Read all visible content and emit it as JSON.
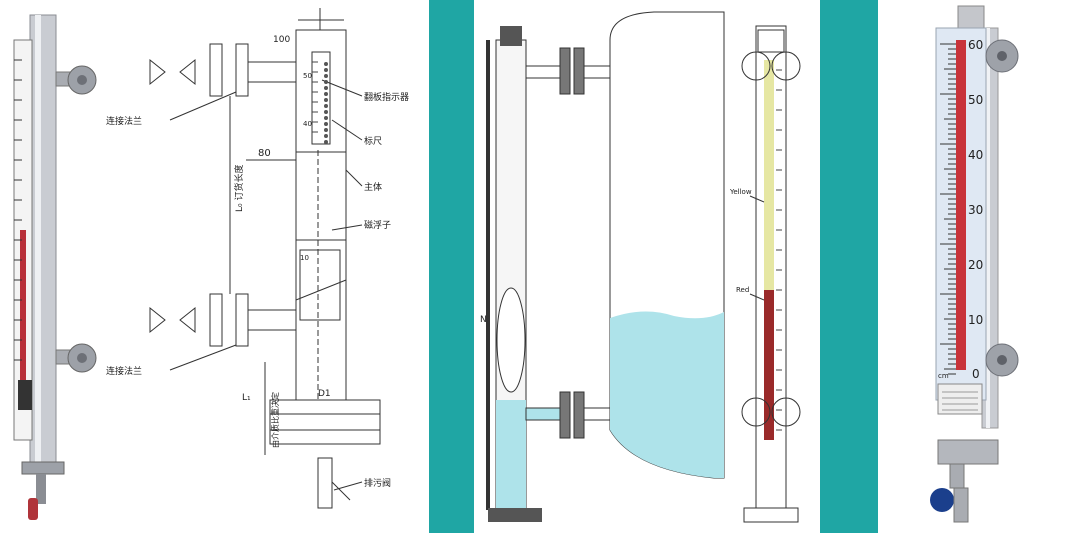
{
  "colors": {
    "teal_band": "#1fa6a4",
    "liquid": "#aee3ea",
    "scale_red": "#c8333a",
    "scale_bg": "#dfe8f3",
    "valve_blue": "#1b3f8c",
    "steel": "#b9bcc2"
  },
  "drawing": {
    "dim_top": "100",
    "dim_side": "80",
    "dim_length": "L₀ 订货长度",
    "dim_bottom": "L₁",
    "dim_bottom_note": "由介质比重决定",
    "dim_d1": "D1",
    "label_flange_top": "连接法兰",
    "label_flange_bottom": "连接法兰",
    "label_indicator": "翻板指示器",
    "label_ruler": "标尺",
    "label_body": "主体",
    "label_float": "磁浮子",
    "label_drain": "排污阀",
    "scale_50": "50",
    "scale_40": "40",
    "scale_10": "10"
  },
  "panel2": {
    "label_yellow": "Yellow",
    "label_red": "Red",
    "label_n": "N"
  },
  "panel3": {
    "scale_labels": [
      "60",
      "50",
      "40",
      "30",
      "20",
      "10",
      "0"
    ],
    "unit": "cm"
  }
}
